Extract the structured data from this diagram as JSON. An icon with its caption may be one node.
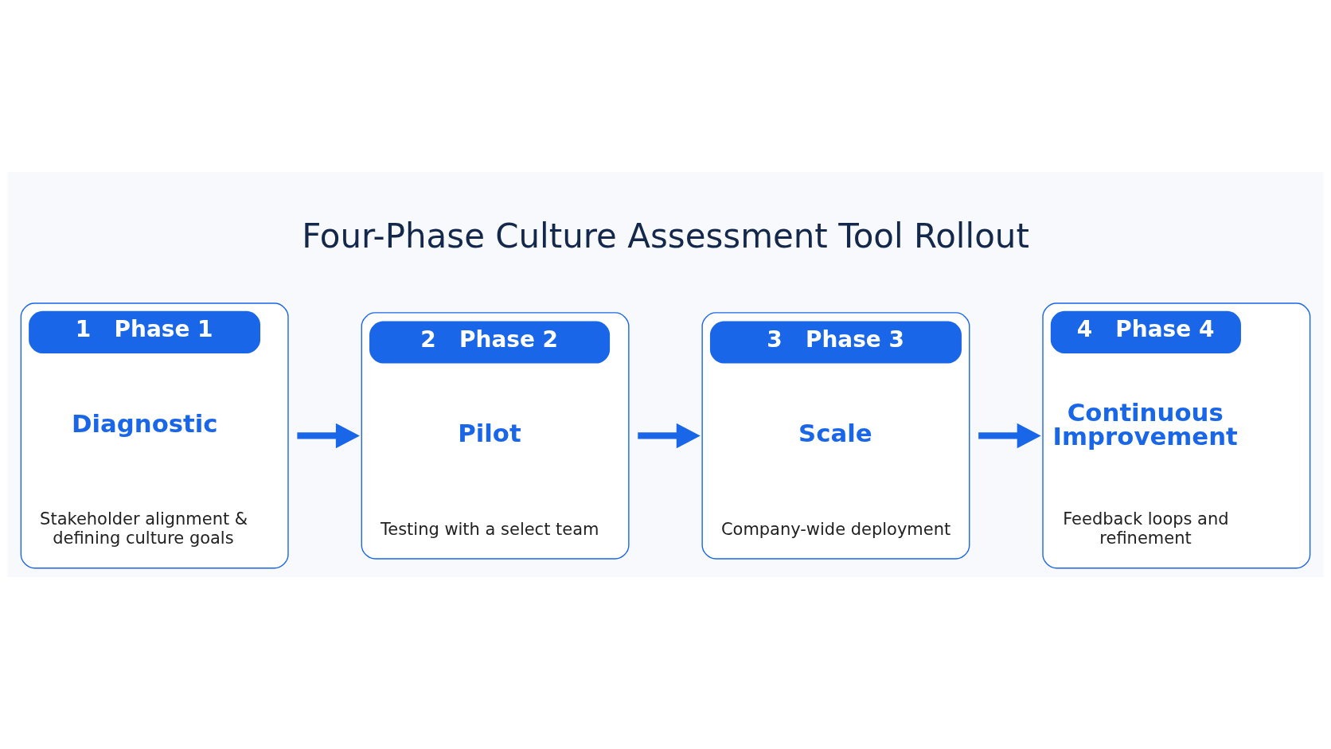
{
  "diagram": {
    "title": "Four-Phase Culture Assessment Tool Rollout",
    "nodes": [
      {
        "text": [
          "1",
          "Phase 1",
          "Diagnostic",
          "Stakeholder alignment & defining culture goals"
        ]
      },
      {
        "text": [
          "2",
          "Phase 2",
          "Pilot",
          "Testing with a select team"
        ]
      },
      {
        "text": [
          "3",
          "Phase 3",
          "Scale",
          "Company-wide deployment"
        ]
      },
      {
        "text": [
          "4",
          "Phase 4",
          "Continuous Improvement",
          "Feedback loops and refinement"
        ]
      }
    ],
    "edges": [
      {
        "from": 0,
        "to": 1,
        "arrow": "to"
      },
      {
        "from": 1,
        "to": 2,
        "arrow": "to"
      },
      {
        "from": 2,
        "to": 3,
        "arrow": "to"
      }
    ]
  }
}
